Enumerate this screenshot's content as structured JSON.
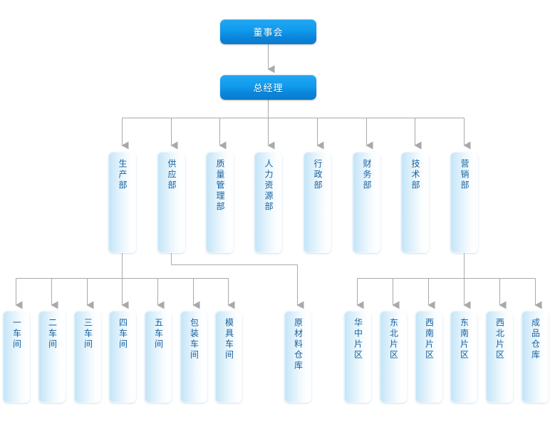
{
  "meta": {
    "title": "公司组织结构图",
    "colors": {
      "accent_blue": "#0f9ae8",
      "accent_blue_dark": "#0b7ccd",
      "box_light": "#cfeaf9",
      "text_blue": "#17609e",
      "connector_gray": "#a8a8a8",
      "background": "#ffffff"
    }
  },
  "levels": {
    "board": {
      "label": "董事会"
    },
    "general_manager": {
      "label": "总经理"
    }
  },
  "departments": [
    {
      "label": "生产部"
    },
    {
      "label": "供应部"
    },
    {
      "label": "质量管理部"
    },
    {
      "label": "人力资源部"
    },
    {
      "label": "行政部"
    },
    {
      "label": "财务部"
    },
    {
      "label": "技术部"
    },
    {
      "label": "营销部"
    }
  ],
  "production_units": [
    {
      "label": "一车间"
    },
    {
      "label": "二车间"
    },
    {
      "label": "三车间"
    },
    {
      "label": "四车间"
    },
    {
      "label": "五车间"
    },
    {
      "label": "包装车间"
    },
    {
      "label": "模具车间"
    }
  ],
  "supply_units": [
    {
      "label": "原材料仓库"
    }
  ],
  "marketing_units": [
    {
      "label": "华中片区"
    },
    {
      "label": "东北片区"
    },
    {
      "label": "西南片区"
    },
    {
      "label": "东南片区"
    },
    {
      "label": "西北片区"
    },
    {
      "label": "成品仓库"
    }
  ]
}
